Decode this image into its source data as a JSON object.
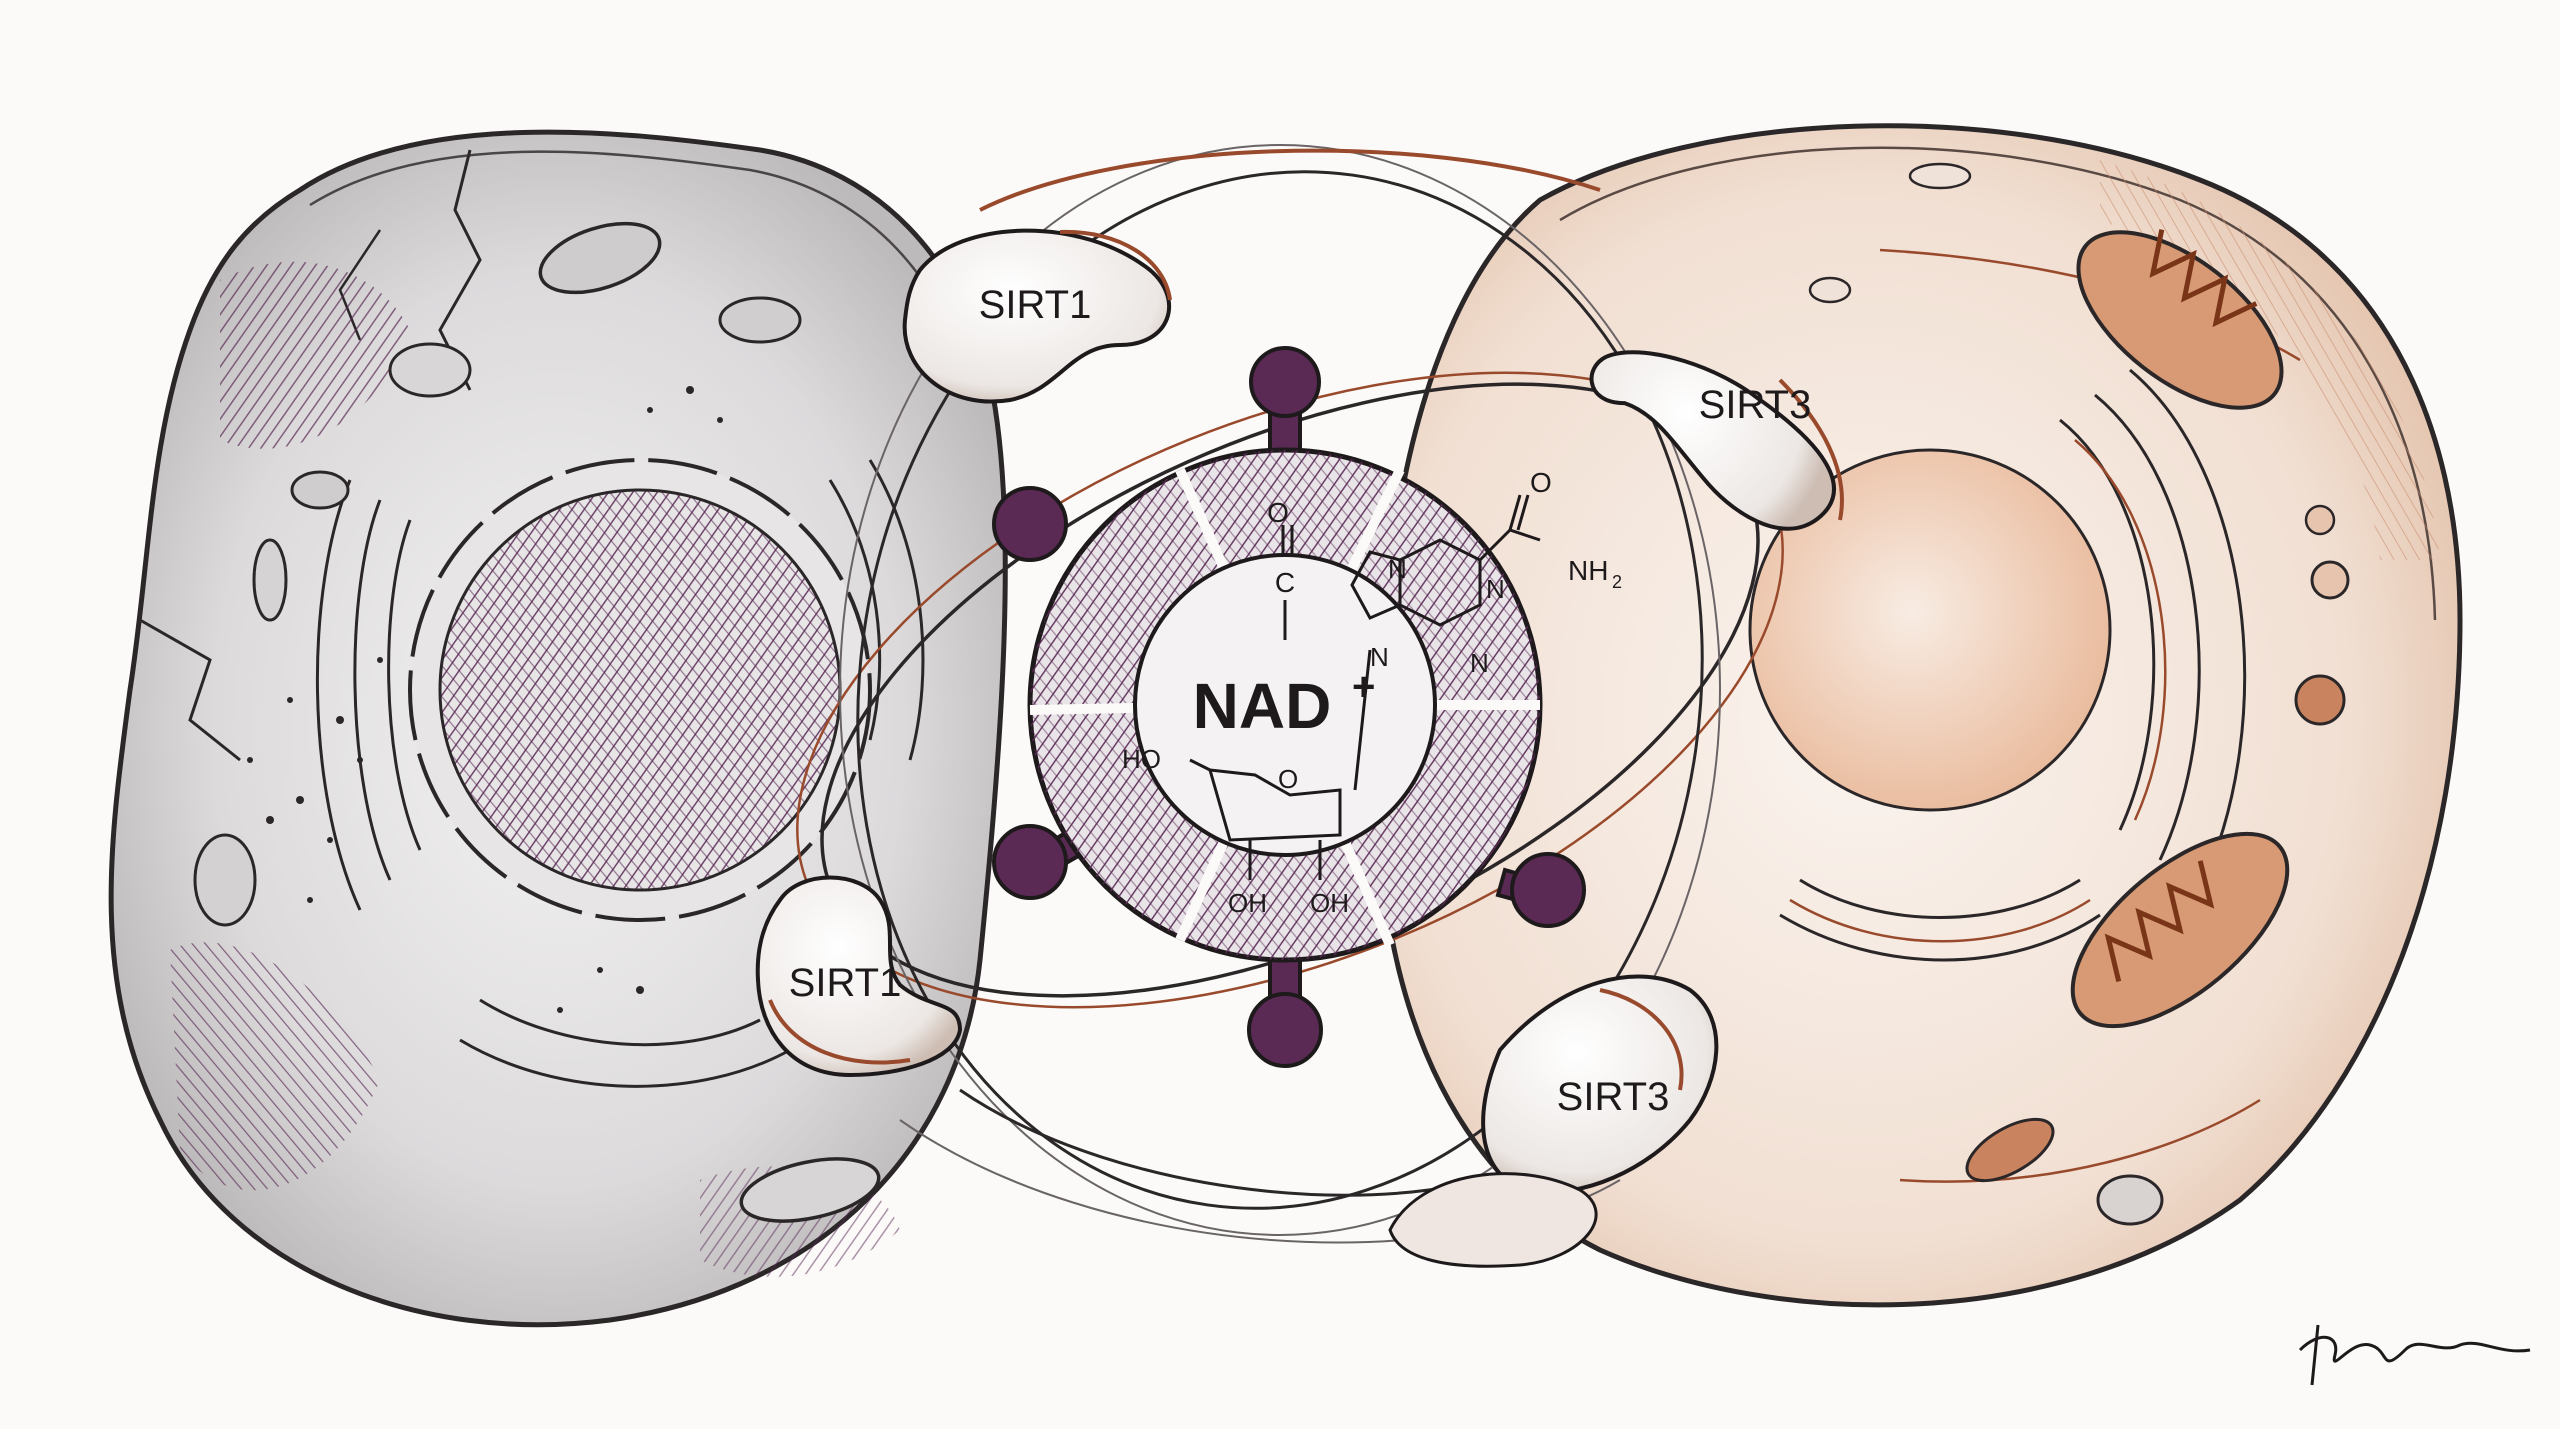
{
  "center": {
    "molecule_label": "NAD",
    "molecule_charge": "+",
    "chem_labels": [
      "O",
      "C",
      "NH",
      "2",
      "N",
      "N",
      "N",
      "N",
      "O",
      "HO",
      "O",
      "OH",
      "OH"
    ]
  },
  "enzymes": [
    {
      "label": "SIRT1"
    },
    {
      "label": "SIRT3"
    },
    {
      "label": "SIRT1"
    },
    {
      "label": "SIRT3"
    }
  ],
  "cells": {
    "left": {
      "tone": "gray-purple",
      "state": "aged"
    },
    "right": {
      "tone": "sepia-copper",
      "state": "healthy"
    }
  },
  "colors": {
    "ink": "#1e1a1c",
    "purple": "#5a2a55",
    "copper": "#9a4a2c",
    "paper": "#fbfaf8"
  },
  "artist_signature": "signature"
}
